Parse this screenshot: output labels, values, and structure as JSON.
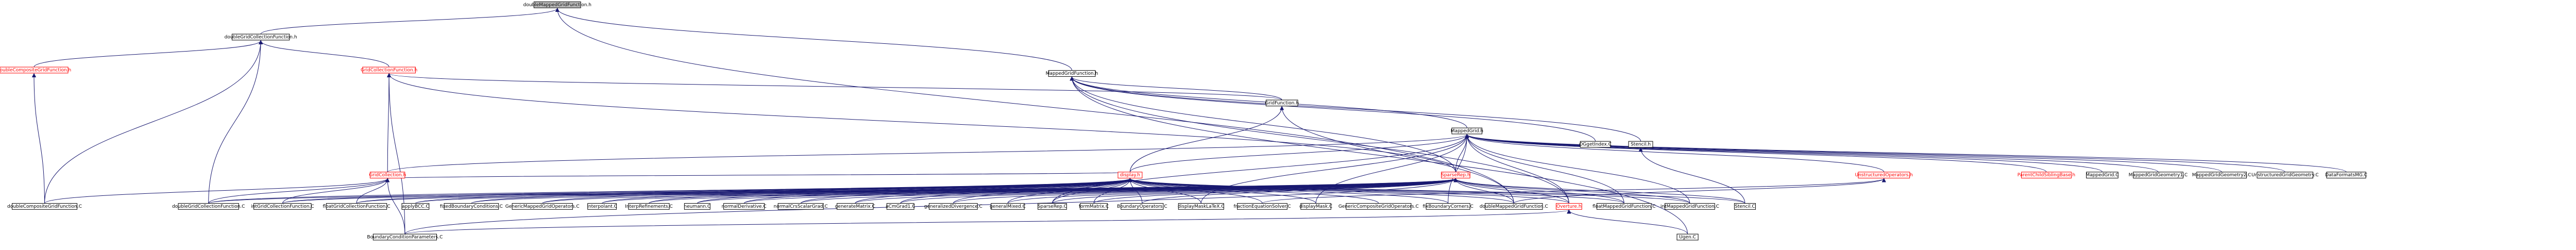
{
  "nodes": [
    {
      "id": "root",
      "label": "doubleMappedGridFunction.h",
      "style": "root"
    },
    {
      "id": "dgcf_h",
      "label": "doubleGridCollectionFunction.h",
      "style": "normal"
    },
    {
      "id": "mgf_h",
      "label": "MappedGridFunction.h",
      "style": "normal"
    },
    {
      "id": "dcgf_h",
      "label": "doubleCompositeGridFunction.h",
      "style": "red"
    },
    {
      "id": "gcf_h",
      "label": "GridCollectionFunction.h",
      "style": "red"
    },
    {
      "id": "gf_h",
      "label": "GridFunction.h",
      "style": "normal"
    },
    {
      "id": "mg_h",
      "label": "MappedGrid.h",
      "style": "normal"
    },
    {
      "id": "ogger_c",
      "label": "OGgetIndex.C",
      "style": "normal"
    },
    {
      "id": "stencil_h",
      "label": "Stencil.h",
      "style": "normal"
    },
    {
      "id": "gc_h",
      "label": "GridCollection.h",
      "style": "red"
    },
    {
      "id": "display_h",
      "label": "display.h",
      "style": "red"
    },
    {
      "id": "sparserep_h",
      "label": "SparseRep.h",
      "style": "red"
    },
    {
      "id": "uo_h",
      "label": "UnstructuredOperators.h",
      "style": "red"
    },
    {
      "id": "pcse_h",
      "label": "ParentChildSiblingBase.h",
      "style": "red"
    },
    {
      "id": "mgc",
      "label": "MappedGrid.C",
      "style": "normal"
    },
    {
      "id": "mgg1",
      "label": "MappedGridGeometry1.C",
      "style": "normal"
    },
    {
      "id": "mgg2",
      "label": "MappedGridGeometry2.C",
      "style": "normal"
    },
    {
      "id": "ugg",
      "label": "UnstructuredGridGeometry.C",
      "style": "normal"
    },
    {
      "id": "dfamg",
      "label": "DataFormatsMG.C",
      "style": "normal"
    },
    {
      "id": "dcgfc",
      "label": "doubleCompositeGridFunction.C",
      "style": "normal"
    },
    {
      "id": "dgcfc",
      "label": "doubleGridCollectionFunction.C",
      "style": "normal"
    },
    {
      "id": "igcfc",
      "label": "intGridCollectionFunction.C",
      "style": "normal"
    },
    {
      "id": "fgcfc",
      "label": "floatGridCollectionFunction.C",
      "style": "normal"
    },
    {
      "id": "applybcc",
      "label": "applyBCC.C",
      "style": "normal"
    },
    {
      "id": "fbcc",
      "label": "fixedBoundaryConditions.C",
      "style": "normal"
    },
    {
      "id": "gmgoc",
      "label": "GenericMappedGridOperators.C",
      "style": "normal"
    },
    {
      "id": "interpc",
      "label": "Interpolant.C",
      "style": "normal"
    },
    {
      "id": "irefc",
      "label": "InterpRefinements.C",
      "style": "normal"
    },
    {
      "id": "neuc",
      "label": "neumann.C",
      "style": "normal"
    },
    {
      "id": "ndc",
      "label": "normalDerivative.C",
      "style": "normal"
    },
    {
      "id": "ncsgc",
      "label": "normalCrsScalarGrad.C",
      "style": "normal"
    },
    {
      "id": "gmc",
      "label": "generateMatrix.C",
      "style": "normal"
    },
    {
      "id": "acgc",
      "label": "aCmGrad1.C",
      "style": "normal"
    },
    {
      "id": "gdc",
      "label": "generalizedDivergence.C",
      "style": "normal"
    },
    {
      "id": "gmxc",
      "label": "generalMixed.C",
      "style": "normal"
    },
    {
      "id": "sprc",
      "label": "SparseRep.C",
      "style": "normal"
    },
    {
      "id": "fmc",
      "label": "formMatrix.C",
      "style": "normal"
    },
    {
      "id": "boc",
      "label": "BoundaryOperators.C",
      "style": "normal"
    },
    {
      "id": "dmlc",
      "label": "displayMaskLaTeX.C",
      "style": "normal"
    },
    {
      "id": "fesc",
      "label": "fractionEquationSolver.C",
      "style": "normal"
    },
    {
      "id": "dmc",
      "label": "displayMask.C",
      "style": "normal"
    },
    {
      "id": "gcgoc",
      "label": "GenericCompositeGridOperators.C",
      "style": "normal"
    },
    {
      "id": "fbcc2",
      "label": "fixBoundaryCorners.C",
      "style": "normal"
    },
    {
      "id": "dmgfc",
      "label": "doubleMappedGridFunction.C",
      "style": "normal"
    },
    {
      "id": "overture_h",
      "label": "Overture.h",
      "style": "red"
    },
    {
      "id": "fmgfc",
      "label": "floatMappedGridFunction.C",
      "style": "normal"
    },
    {
      "id": "imgfc",
      "label": "intMappedGridFunction.C",
      "style": "normal"
    },
    {
      "id": "stencilc",
      "label": "Stencil.C",
      "style": "normal"
    },
    {
      "id": "bcpc",
      "label": "BoundaryConditionParameters.C",
      "style": "normal"
    },
    {
      "id": "ugenc",
      "label": "Ugen.C",
      "style": "normal"
    }
  ],
  "edges": [
    [
      "dgcf_h",
      "root"
    ],
    [
      "mgf_h",
      "root"
    ],
    [
      "dmgfc",
      "root"
    ],
    [
      "dcgf_h",
      "dgcf_h"
    ],
    [
      "gcf_h",
      "dgcf_h"
    ],
    [
      "dgcfc",
      "dgcf_h"
    ],
    [
      "dcgfc",
      "dgcf_h"
    ],
    [
      "gf_h",
      "mgf_h"
    ],
    [
      "mg_h",
      "mgf_h"
    ],
    [
      "ogger_c",
      "mgf_h"
    ],
    [
      "stencil_h",
      "mgf_h"
    ],
    [
      "sparserep_h",
      "mgf_h"
    ],
    [
      "ugenc",
      "mgf_h"
    ],
    [
      "overture_h",
      "mgf_h"
    ],
    [
      "dcgfc",
      "dcgf_h"
    ],
    [
      "gc_h",
      "gcf_h"
    ],
    [
      "gf_h",
      "gcf_h"
    ],
    [
      "sparserep_h",
      "gcf_h"
    ],
    [
      "bcpc",
      "gcf_h"
    ],
    [
      "display_h",
      "gf_h"
    ],
    [
      "dmgfc",
      "gf_h"
    ],
    [
      "sparserep_h",
      "mg_h"
    ],
    [
      "uo_h",
      "mg_h"
    ],
    [
      "pcse_h",
      "mg_h"
    ],
    [
      "mgc",
      "mg_h"
    ],
    [
      "mgg1",
      "mg_h"
    ],
    [
      "mgg2",
      "mg_h"
    ],
    [
      "ugg",
      "mg_h"
    ],
    [
      "dfamg",
      "mg_h"
    ],
    [
      "gc_h",
      "mg_h"
    ],
    [
      "dmlc",
      "mg_h"
    ],
    [
      "dmc",
      "mg_h"
    ],
    [
      "fbcc2",
      "mg_h"
    ],
    [
      "overture_h",
      "mg_h"
    ],
    [
      "fmgfc",
      "mg_h"
    ],
    [
      "imgfc",
      "mg_h"
    ],
    [
      "display_h",
      "mg_h"
    ],
    [
      "sprc",
      "mg_h"
    ],
    [
      "stencilc",
      "stencil_h"
    ],
    [
      "dgcfc",
      "gc_h"
    ],
    [
      "igcfc",
      "gc_h"
    ],
    [
      "fgcfc",
      "gc_h"
    ],
    [
      "bcpc",
      "gc_h"
    ],
    [
      "display_h",
      "gc_h"
    ],
    [
      "dcgfc",
      "gc_h"
    ],
    [
      "dgcfc",
      "display_h"
    ],
    [
      "igcfc",
      "display_h"
    ],
    [
      "fgcfc",
      "display_h"
    ],
    [
      "applybcc",
      "display_h"
    ],
    [
      "fbcc",
      "display_h"
    ],
    [
      "gmgoc",
      "display_h"
    ],
    [
      "interpc",
      "display_h"
    ],
    [
      "irefc",
      "display_h"
    ],
    [
      "neuc",
      "display_h"
    ],
    [
      "ndc",
      "display_h"
    ],
    [
      "ncsgc",
      "display_h"
    ],
    [
      "gmc",
      "display_h"
    ],
    [
      "acgc",
      "display_h"
    ],
    [
      "gdc",
      "display_h"
    ],
    [
      "gmxc",
      "display_h"
    ],
    [
      "sprc",
      "display_h"
    ],
    [
      "fmc",
      "display_h"
    ],
    [
      "boc",
      "display_h"
    ],
    [
      "dmlc",
      "display_h"
    ],
    [
      "fesc",
      "display_h"
    ],
    [
      "dmc",
      "display_h"
    ],
    [
      "gcgoc",
      "display_h"
    ],
    [
      "fbcc2",
      "display_h"
    ],
    [
      "dmgfc",
      "display_h"
    ],
    [
      "overture_h",
      "display_h"
    ],
    [
      "fmgfc",
      "display_h"
    ],
    [
      "imgfc",
      "display_h"
    ],
    [
      "stencilc",
      "display_h"
    ],
    [
      "dgcfc",
      "sparserep_h"
    ],
    [
      "igcfc",
      "sparserep_h"
    ],
    [
      "fgcfc",
      "sparserep_h"
    ],
    [
      "applybcc",
      "sparserep_h"
    ],
    [
      "fbcc",
      "sparserep_h"
    ],
    [
      "gmgoc",
      "sparserep_h"
    ],
    [
      "interpc",
      "sparserep_h"
    ],
    [
      "irefc",
      "sparserep_h"
    ],
    [
      "neuc",
      "sparserep_h"
    ],
    [
      "ndc",
      "sparserep_h"
    ],
    [
      "ncsgc",
      "sparserep_h"
    ],
    [
      "gmc",
      "sparserep_h"
    ],
    [
      "acgc",
      "sparserep_h"
    ],
    [
      "gdc",
      "sparserep_h"
    ],
    [
      "gmxc",
      "sparserep_h"
    ],
    [
      "sprc",
      "sparserep_h"
    ],
    [
      "fmc",
      "sparserep_h"
    ],
    [
      "boc",
      "sparserep_h"
    ],
    [
      "dmgfc",
      "sparserep_h"
    ],
    [
      "overture_h",
      "sparserep_h"
    ],
    [
      "fmgfc",
      "sparserep_h"
    ],
    [
      "imgfc",
      "sparserep_h"
    ],
    [
      "stencilc",
      "sparserep_h"
    ],
    [
      "bcpc",
      "sparserep_h"
    ],
    [
      "fesc",
      "uo_h"
    ],
    [
      "dmgfc",
      "uo_h"
    ],
    [
      "bcpc",
      "overture_h"
    ],
    [
      "ugenc",
      "overture_h"
    ]
  ]
}
